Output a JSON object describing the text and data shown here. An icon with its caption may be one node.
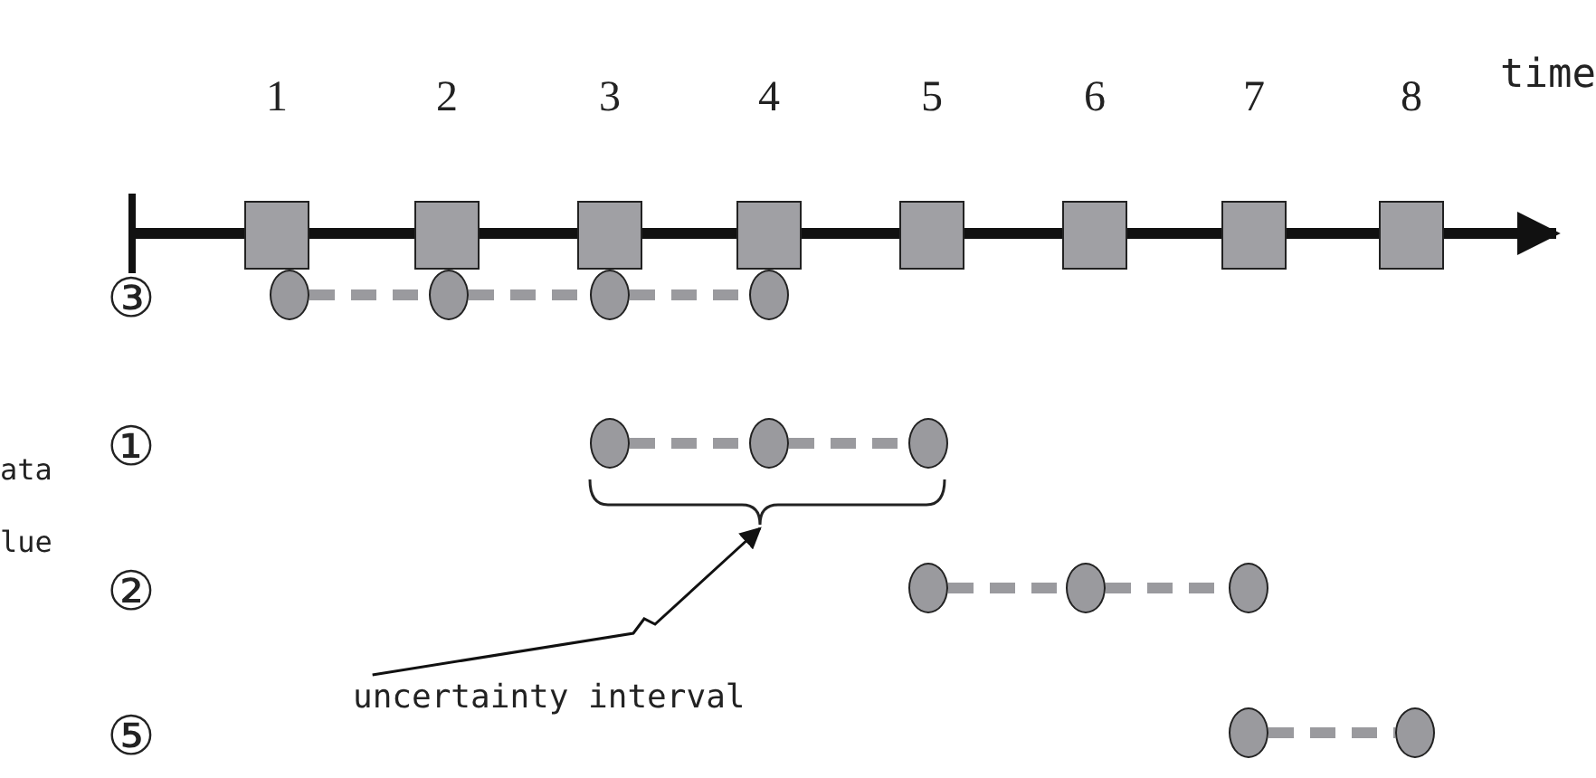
{
  "diagram": {
    "nodes": [
      {
        "text": [],
        "shape": "box",
        "beside": [
          "1"
        ]
      },
      {
        "text": [],
        "shape": "box",
        "beside": [
          "2"
        ]
      },
      {
        "text": [],
        "shape": "box",
        "beside": [
          "3"
        ]
      },
      {
        "text": [],
        "shape": "box",
        "beside": [
          "4"
        ]
      },
      {
        "text": [],
        "shape": "box",
        "beside": [
          "5"
        ]
      },
      {
        "text": [],
        "shape": "box",
        "beside": [
          "6"
        ]
      },
      {
        "text": [],
        "shape": "box",
        "beside": [
          "7"
        ]
      },
      {
        "text": [],
        "shape": "box",
        "beside": [
          "8"
        ]
      },
      {
        "text": [],
        "shape": "circle"
      },
      {
        "text": [],
        "shape": "circle"
      },
      {
        "text": [],
        "shape": "circle"
      },
      {
        "text": [],
        "shape": "circle"
      },
      {
        "text": [],
        "shape": "circle"
      },
      {
        "text": [],
        "shape": "circle"
      },
      {
        "text": [],
        "shape": "circle"
      },
      {
        "text": [],
        "shape": "circle"
      },
      {
        "text": [],
        "shape": "circle"
      },
      {
        "text": [],
        "shape": "circle"
      },
      {
        "text": [
          "uncertainty interval"
        ]
      },
      {
        "text": [],
        "shape": "circle"
      },
      {
        "text": [],
        "shape": "circle"
      },
      {
        "text": [],
        "shape": "brace"
      }
    ],
    "edges": [
      {
        "from": 8,
        "to": 9,
        "arrow": "none",
        "style": "dashed"
      },
      {
        "from": 9,
        "to": 10,
        "arrow": "none",
        "style": "dashed"
      },
      {
        "from": 10,
        "to": 11,
        "arrow": "none",
        "style": "dashed"
      },
      {
        "from": 12,
        "to": 13,
        "arrow": "none",
        "style": "dashed"
      },
      {
        "from": 13,
        "to": 14,
        "arrow": "none",
        "style": "dashed"
      },
      {
        "from": 15,
        "to": 16,
        "arrow": "none",
        "style": "dashed"
      },
      {
        "from": 16,
        "to": 17,
        "arrow": "none",
        "style": "dashed"
      },
      {
        "from": 19,
        "to": 20,
        "arrow": "none",
        "style": "dashed"
      },
      {
        "from": 18,
        "to": 21,
        "arrow": "to",
        "color": "#111111"
      }
    ],
    "labels": [
      "time",
      "③",
      "①",
      "ata",
      "lue",
      "②",
      "⑤"
    ]
  }
}
